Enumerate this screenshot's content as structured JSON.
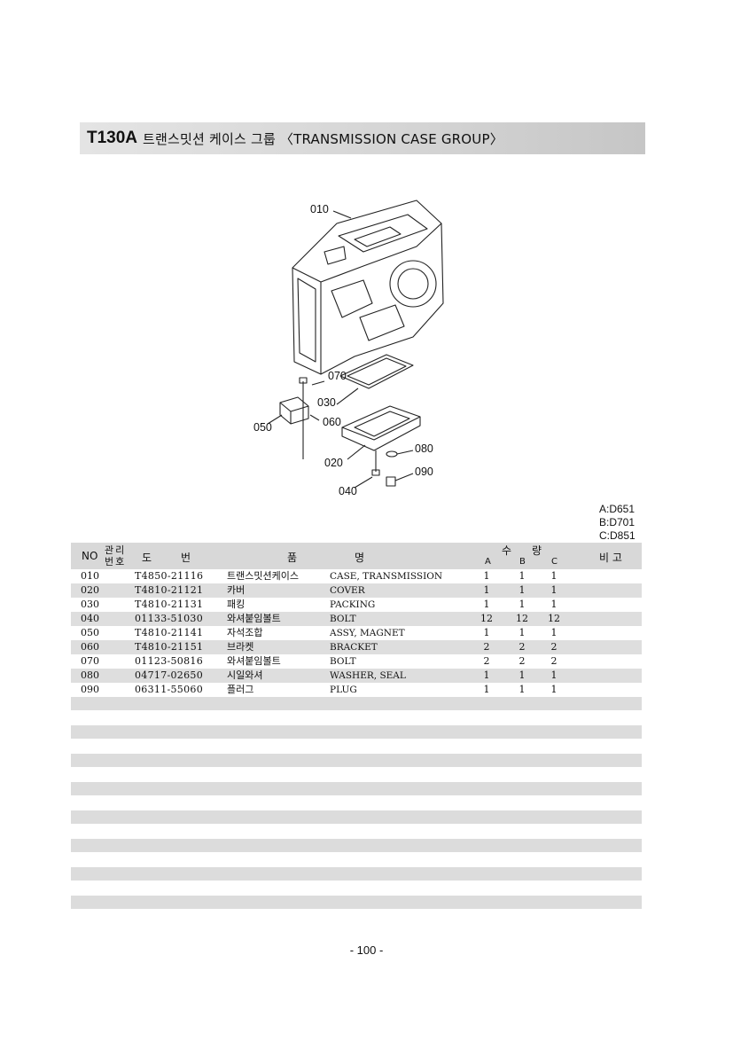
{
  "title": {
    "code": "T130A",
    "text": "트랜스밋션 케이스 그룹 〈TRANSMISSION CASE GROUP〉"
  },
  "diagram": {
    "callouts": [
      "010",
      "070",
      "030",
      "060",
      "050",
      "020",
      "080",
      "090",
      "040"
    ]
  },
  "models": [
    "A:D651",
    "B:D701",
    "C:D851"
  ],
  "table": {
    "headers": {
      "no": "NO",
      "mgmt": "관리",
      "mgmt2": "번호",
      "code1": "도",
      "code2": "번",
      "name1": "품",
      "name2": "명",
      "qty1": "수",
      "qty2": "량",
      "a": "A",
      "b": "B",
      "c": "C",
      "remark": "비 고"
    },
    "rows": [
      {
        "no": "010",
        "code": "T4850-21116",
        "kor": "트랜스밋션케이스",
        "eng": "CASE, TRANSMISSION",
        "a": "1",
        "b": "1",
        "c": "1"
      },
      {
        "no": "020",
        "code": "T4810-21121",
        "kor": "카버",
        "eng": "COVER",
        "a": "1",
        "b": "1",
        "c": "1"
      },
      {
        "no": "030",
        "code": "T4810-21131",
        "kor": "패킹",
        "eng": "PACKING",
        "a": "1",
        "b": "1",
        "c": "1"
      },
      {
        "no": "040",
        "code": "01133-51030",
        "kor": "와셔붙임볼트",
        "eng": "BOLT",
        "a": "12",
        "b": "12",
        "c": "12"
      },
      {
        "no": "050",
        "code": "T4810-21141",
        "kor": "자석조합",
        "eng": "ASSY, MAGNET",
        "a": "1",
        "b": "1",
        "c": "1"
      },
      {
        "no": "060",
        "code": "T4810-21151",
        "kor": "브라켓",
        "eng": "BRACKET",
        "a": "2",
        "b": "2",
        "c": "2"
      },
      {
        "no": "070",
        "code": "01123-50816",
        "kor": "와셔붙임볼트",
        "eng": "BOLT",
        "a": "2",
        "b": "2",
        "c": "2"
      },
      {
        "no": "080",
        "code": "04717-02650",
        "kor": "시일와셔",
        "eng": "WASHER, SEAL",
        "a": "1",
        "b": "1",
        "c": "1"
      },
      {
        "no": "090",
        "code": "06311-55060",
        "kor": "플러그",
        "eng": "PLUG",
        "a": "1",
        "b": "1",
        "c": "1"
      }
    ]
  },
  "page_number": "- 100 -"
}
